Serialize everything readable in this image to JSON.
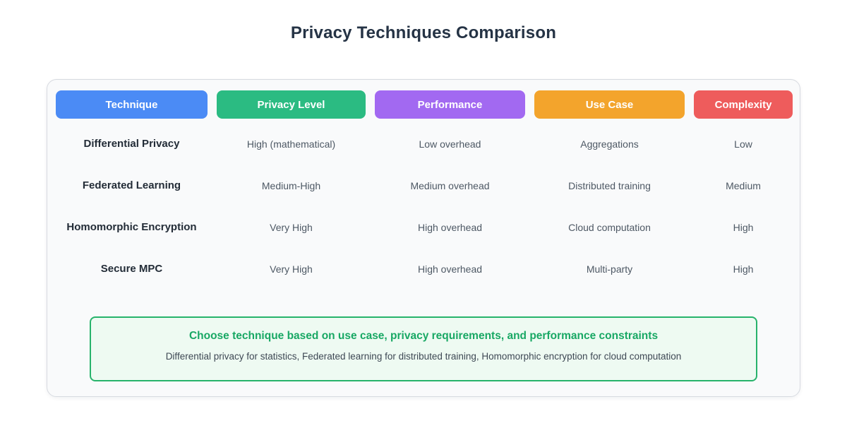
{
  "chart_data": {
    "type": "table",
    "title": "Privacy Techniques Comparison",
    "columns": [
      {
        "label": "Technique",
        "color": "#4b8bf5"
      },
      {
        "label": "Privacy Level",
        "color": "#2bbb82"
      },
      {
        "label": "Performance",
        "color": "#a269f1"
      },
      {
        "label": "Use Case",
        "color": "#f3a42c"
      },
      {
        "label": "Complexity",
        "color": "#ee5c5c"
      }
    ],
    "rows": [
      {
        "technique": "Differential Privacy",
        "privacy_level": "High (mathematical)",
        "performance": "Low overhead",
        "use_case": "Aggregations",
        "complexity": "Low"
      },
      {
        "technique": "Federated Learning",
        "privacy_level": "Medium-High",
        "performance": "Medium overhead",
        "use_case": "Distributed training",
        "complexity": "Medium"
      },
      {
        "technique": "Homomorphic Encryption",
        "privacy_level": "Very High",
        "performance": "High overhead",
        "use_case": "Cloud computation",
        "complexity": "High"
      },
      {
        "technique": "Secure MPC",
        "privacy_level": "Very High",
        "performance": "High overhead",
        "use_case": "Multi-party",
        "complexity": "High"
      }
    ],
    "note": {
      "title": "Choose technique based on use case, privacy requirements, and performance constraints",
      "subtitle": "Differential privacy for statistics, Federated learning for distributed training, Homomorphic encryption for cloud computation",
      "accent_color": "#27b36b",
      "title_color": "#18a864",
      "background_color": "#eefaf2"
    }
  }
}
